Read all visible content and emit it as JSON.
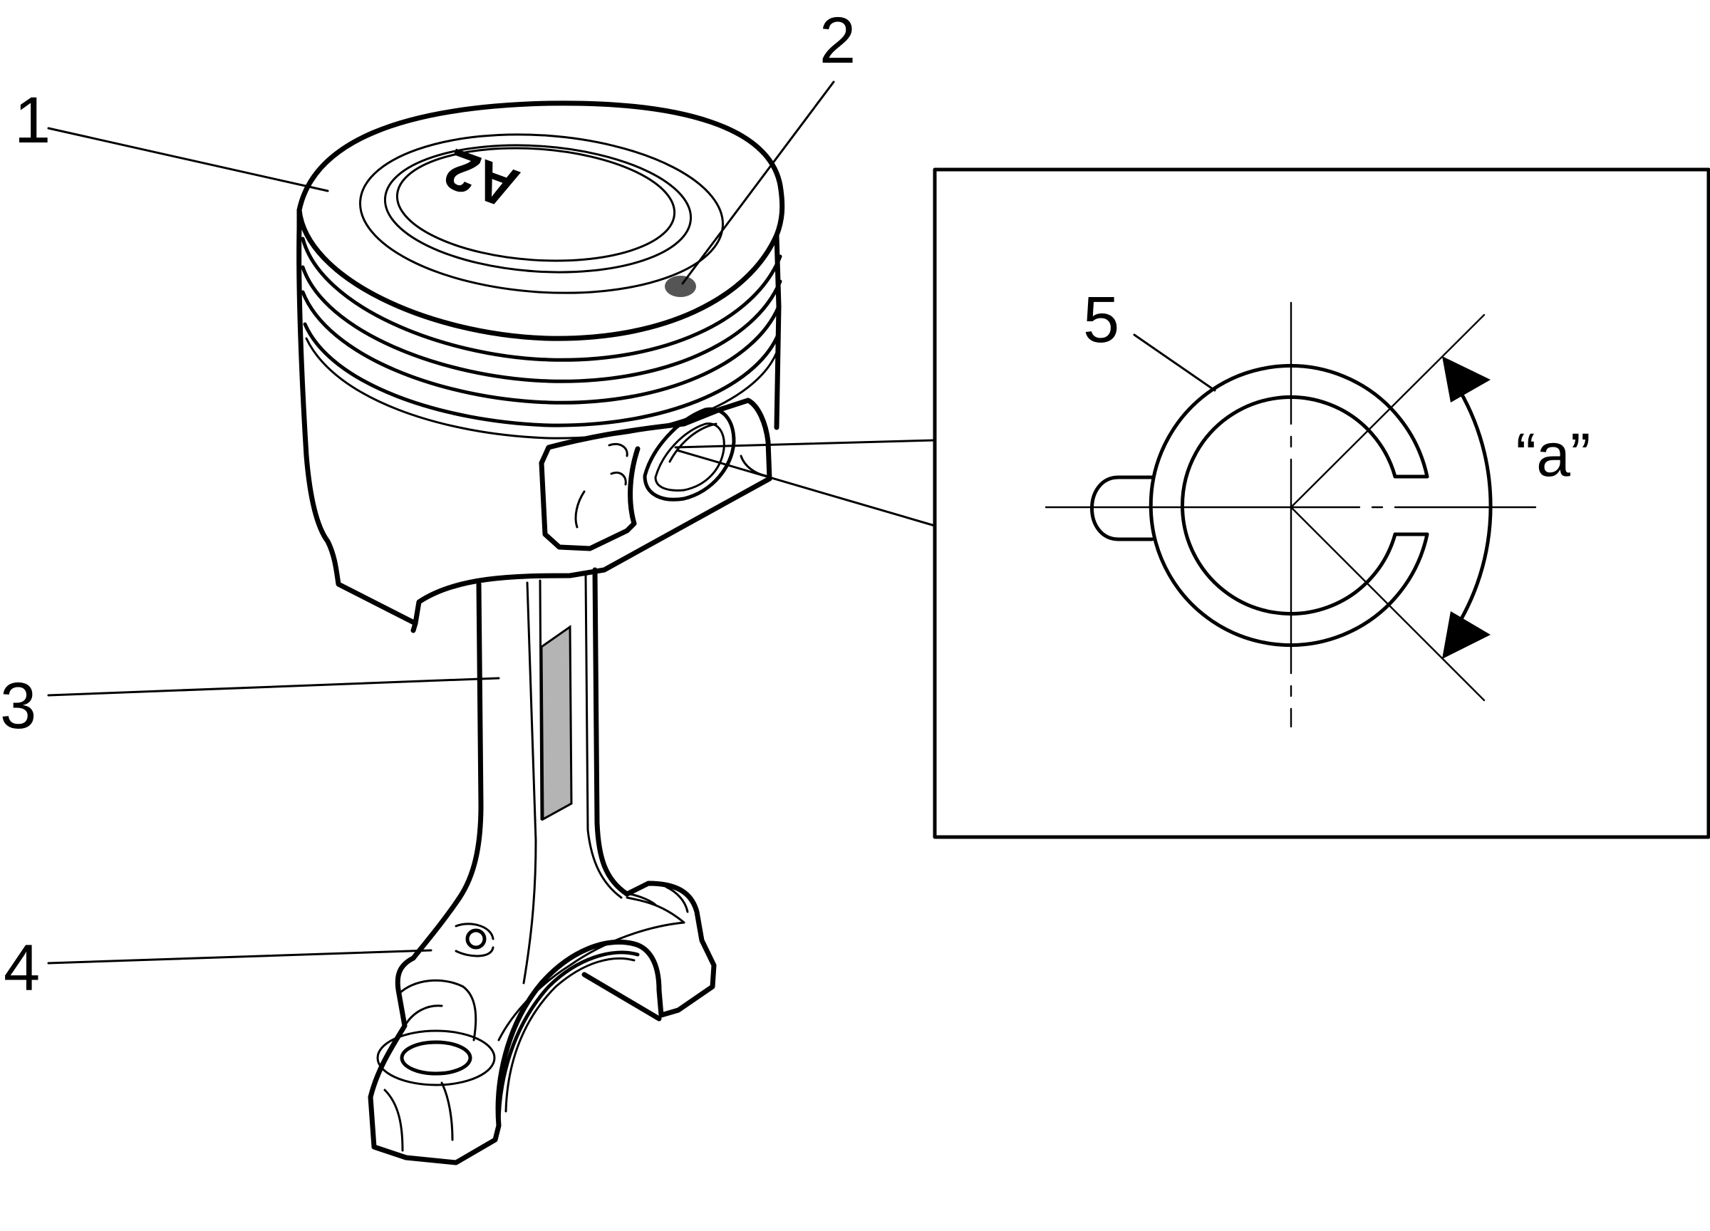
{
  "callouts": [
    {
      "id": "1",
      "label": "1"
    },
    {
      "id": "2",
      "label": "2"
    },
    {
      "id": "3",
      "label": "3"
    },
    {
      "id": "4",
      "label": "4"
    },
    {
      "id": "5",
      "label": "5"
    }
  ],
  "crown_mark": "A2",
  "angle_label": "“a”",
  "colors": {
    "line": "#000000",
    "marker_dot": "#555555",
    "rod_channel": "#b4b4b4",
    "background": "#ffffff"
  }
}
